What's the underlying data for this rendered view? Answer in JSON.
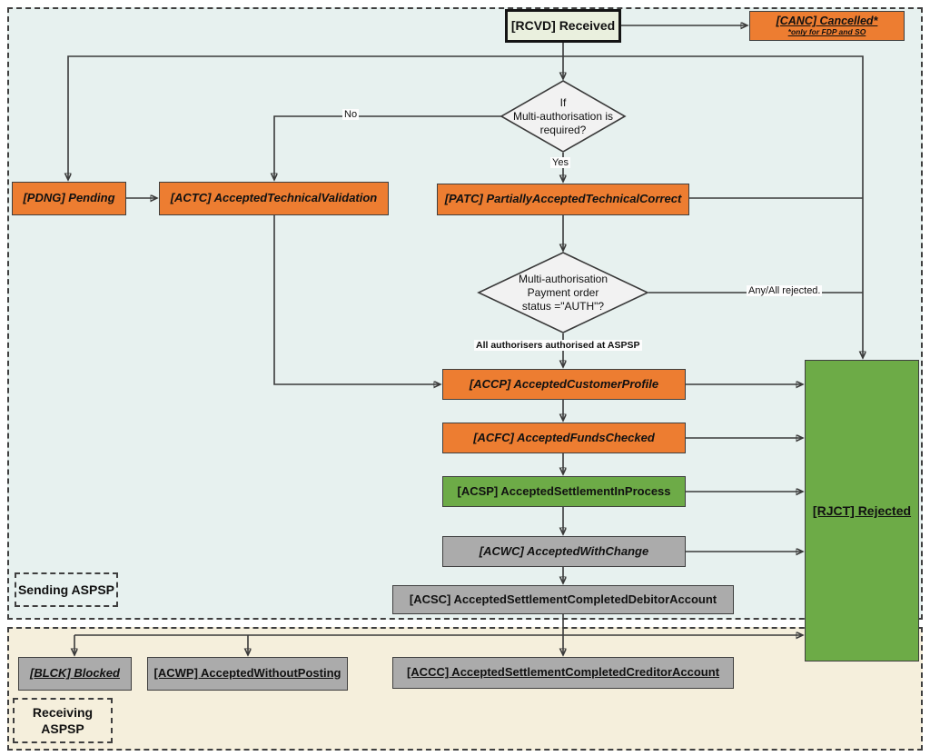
{
  "title": "Payment status flow diagram",
  "colors": {
    "orange": "#ED7D31",
    "green": "#6DAB47",
    "gray": "#ABABAB",
    "rcvd-fill": "#EAF0DE",
    "diamond-fill": "#F2F2F2",
    "sending-bg": "#E7F1EF",
    "receiving-bg": "#F5EFDC",
    "line": "#3A3A3A"
  },
  "regions": {
    "sending": {
      "label": "Sending ASPSP"
    },
    "receiving": {
      "label": "Receiving\nASPSP"
    }
  },
  "nodes": {
    "rcvd": {
      "label": "[RCVD] Received"
    },
    "canc": {
      "label": "[CANC] Cancelled*",
      "note": "*only for FDP and SO"
    },
    "pdng": {
      "label": "[PDNG] Pending"
    },
    "actc": {
      "label": "[ACTC] AcceptedTechnicalValidation"
    },
    "patc": {
      "label": "[PATC] PartiallyAcceptedTechnicalCorrect"
    },
    "accp": {
      "label": "[ACCP] AcceptedCustomerProfile"
    },
    "acfc": {
      "label": "[ACFC] AcceptedFundsChecked"
    },
    "acsp": {
      "label": "[ACSP] AcceptedSettlementInProcess"
    },
    "acwc": {
      "label": "[ACWC] AcceptedWithChange"
    },
    "acsc": {
      "label": "[ACSC] AcceptedSettlementCompletedDebitorAccount"
    },
    "rjct": {
      "label": "[RJCT] Rejected"
    },
    "blck": {
      "label": "[BLCK] Blocked"
    },
    "acwp": {
      "label": "[ACWP] AcceptedWithoutPosting"
    },
    "accc": {
      "label": "[ACCC] AcceptedSettlementCompletedCreditorAccount"
    }
  },
  "decisions": {
    "multi_auth_required": {
      "text": "If\nMulti-authorisation is\nrequired?"
    },
    "auth_status": {
      "text": "Multi-authorisation\nPayment order\nstatus =\"AUTH\"?"
    }
  },
  "edge_labels": {
    "no": "No",
    "yes": "Yes",
    "any_all_rejected": "Any/All rejected.",
    "all_authorised": "All authorisers authorised at ASPSP"
  }
}
